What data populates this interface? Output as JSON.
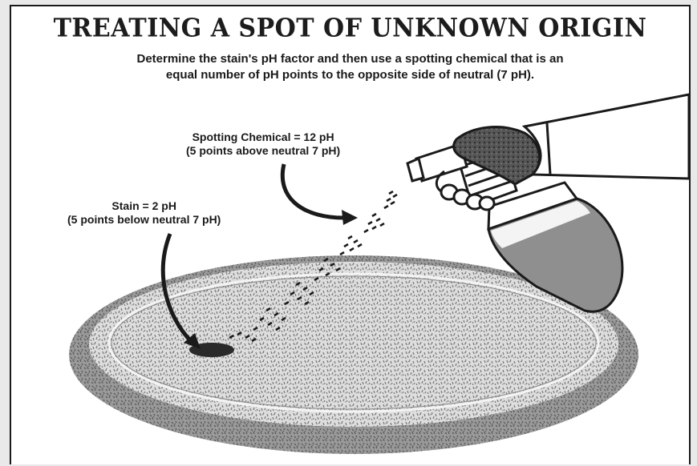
{
  "diagram": {
    "title": "TREATING A SPOT OF UNKNOWN ORIGIN",
    "subtitle_line1": "Determine the stain's pH factor and then use a spotting chemical that is an",
    "subtitle_line2": "equal number of pH points to the opposite side of neutral (7 pH).",
    "chemical_label_line1": "Spotting Chemical = 12 pH",
    "chemical_label_line2": "(5 points above neutral 7 pH)",
    "stain_label_line1": "Stain = 2 pH",
    "stain_label_line2": "(5 points below neutral 7 pH)"
  }
}
